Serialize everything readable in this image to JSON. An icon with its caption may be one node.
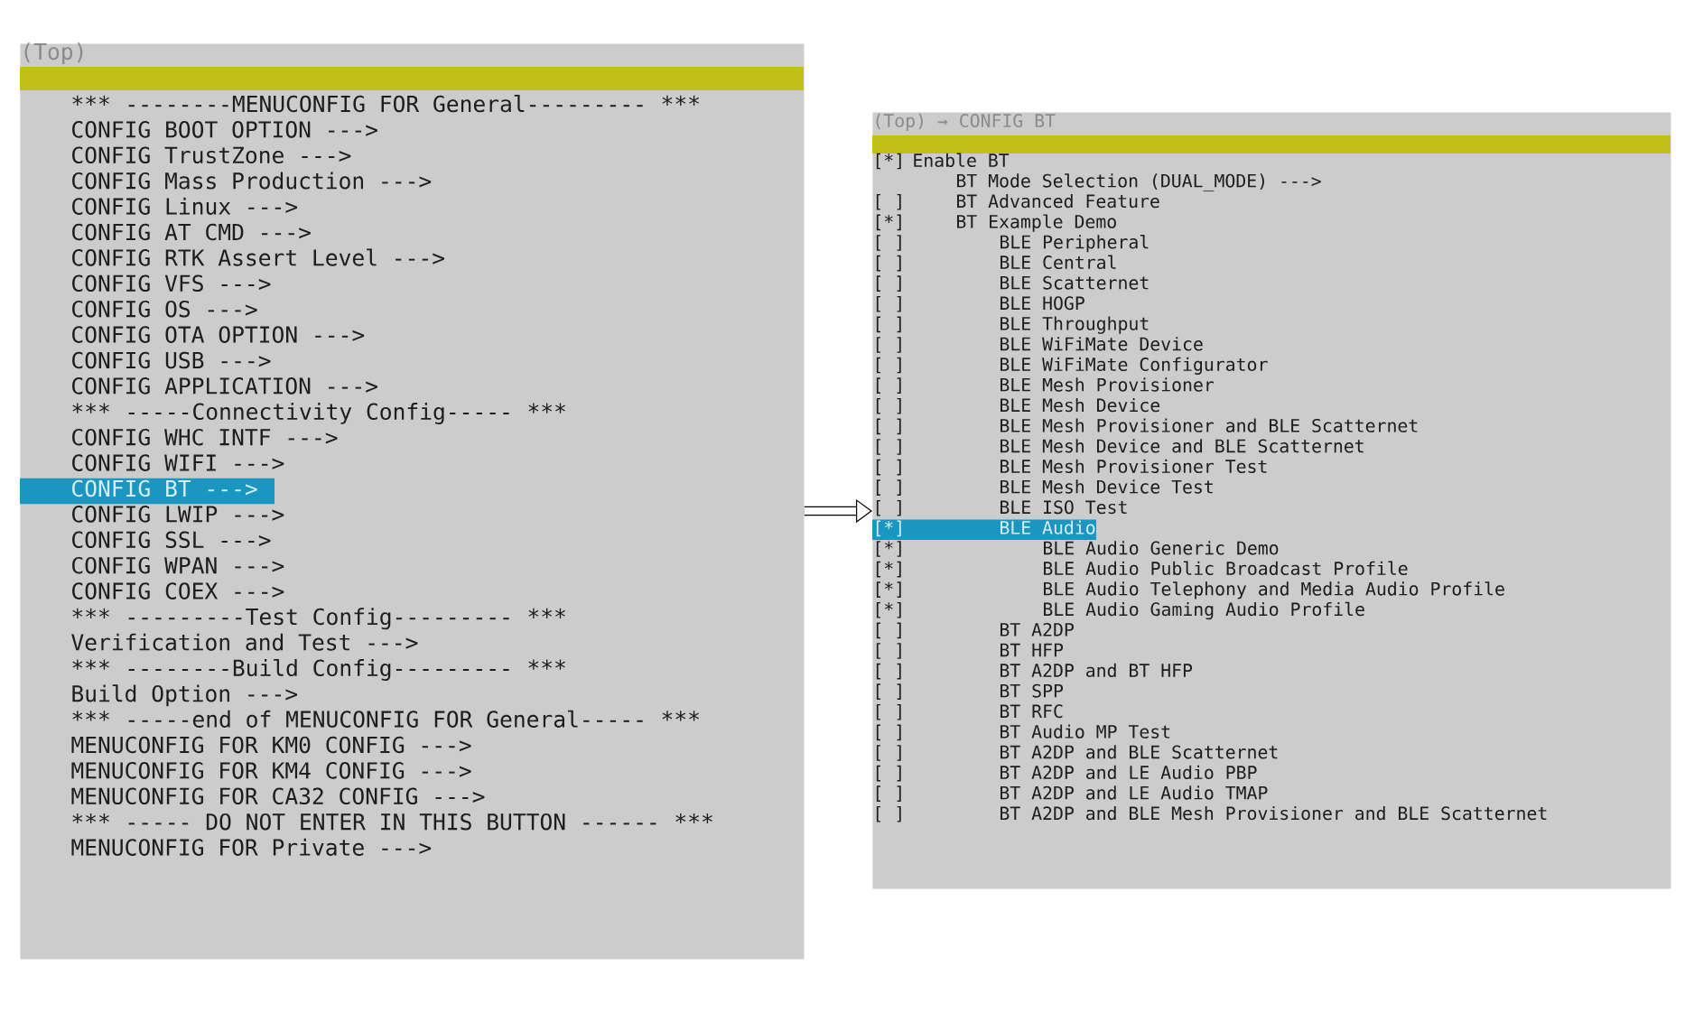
{
  "diagram": {
    "nodes": [
      {
        "text": [
          "(Top)",
          "***",
          "--------MENUCONFIG FOR General---------",
          "***",
          "CONFIG BOOT OPTION --->",
          "CONFIG TrustZone --->",
          "CONFIG Mass Production --->",
          "CONFIG Linux --->",
          "CONFIG AT CMD --->",
          "CONFIG RTK Assert Level --->",
          "CONFIG VFS --->",
          "CONFIG OS --->",
          "CONFIG OTA OPTION --->",
          "CONFIG USB --->",
          "CONFIG APPLICATION --->",
          "***",
          "-----Connectivity Config-----",
          "***",
          "CONFIG WHC INTF --->",
          "CONFIG WIFI --->",
          "CONFIG BT --->",
          "CONFIG LWIP --->",
          "CONFIG SSL --->",
          "CONFIG WPAN --->",
          "CONFIG COEX --->",
          "***",
          "---------Test Config---------",
          "***",
          "Verification and Test --->",
          "***",
          "--------Build Config---------",
          "***",
          "Build Option --->",
          "***",
          "-----end of MENUCONFIG FOR General-----",
          "***",
          "MENUCONFIG FOR KM0 CONFIG --->",
          "MENUCONFIG FOR KM4 CONFIG --->",
          "MENUCONFIG FOR CA32 CONFIG --->",
          "***",
          "----- DO NOT ENTER IN THIS BUTTON ------",
          "***",
          "MENUCONFIG FOR Private --->"
        ]
      },
      {
        "text": [
          "(Top) → CONFIG BT",
          "[*]",
          "Enable BT",
          "BT Mode Selection (DUAL_MODE) --->",
          "[ ]",
          "BT Advanced Feature",
          "[*]",
          "BT Example Demo",
          "[ ]",
          "BLE Peripheral",
          "[ ]",
          "BLE Central",
          "[ ]",
          "BLE Scatternet",
          "[ ]",
          "BLE HOGP",
          "[ ]",
          "BLE Throughput",
          "[ ]",
          "BLE WiFiMate Device",
          "[ ]",
          "BLE WiFiMate Configurator",
          "[ ]",
          "BLE Mesh Provisioner",
          "[ ]",
          "BLE Mesh Device",
          "[ ]",
          "BLE Mesh Provisioner and BLE Scatternet",
          "[ ]",
          "BLE Mesh Device and BLE Scatternet",
          "[ ]",
          "BLE Mesh Provisioner Test",
          "[ ]",
          "BLE Mesh Device Test",
          "[ ]",
          "BLE ISO Test",
          "[*]",
          "BLE Audio",
          "[*]",
          "BLE Audio Generic Demo",
          "[*]",
          "BLE Audio Public Broadcast Profile",
          "[*]",
          "BLE Audio Telephony and Media Audio Profile",
          "[*]",
          "BLE Audio Gaming Audio Profile",
          "[ ]",
          "BT A2DP",
          "[ ]",
          "BT HFP",
          "[ ]",
          "BT A2DP and BT HFP",
          "[ ]",
          "BT SPP",
          "[ ]",
          "BT RFC",
          "[ ]",
          "BT Audio MP Test",
          "[ ]",
          "BT A2DP and BLE Scatternet",
          "[ ]",
          "BT A2DP and LE Audio PBP",
          "[ ]",
          "BT A2DP and LE Audio TMAP",
          "[ ]",
          "BT A2DP and BLE Mesh Provisioner and BLE Scatternet"
        ]
      }
    ],
    "edges": [
      {
        "from": 0,
        "to": 1,
        "arrow": "to"
      }
    ]
  }
}
